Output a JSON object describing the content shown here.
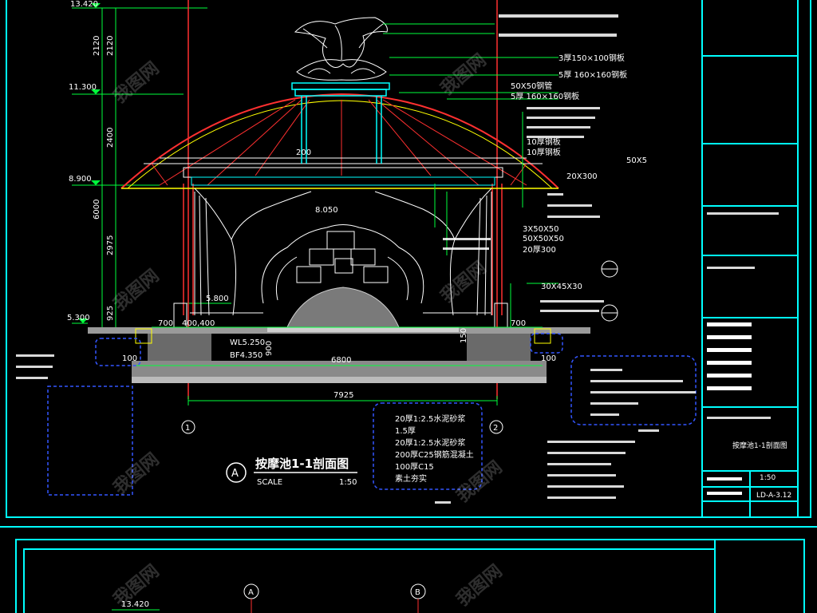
{
  "drawing": {
    "title": "按摩池1-1剖面图",
    "scale_label": "SCALE",
    "scale_value": "1:50",
    "section_marker": "A",
    "grid_axes": [
      "1",
      "2"
    ],
    "lower_axes": [
      "A",
      "B"
    ]
  },
  "elevations": {
    "top": "13.420",
    "eave_top": "11.300",
    "eave": "8.900",
    "floor": "5.300",
    "inner_level": "5.800",
    "inner_floor": "8.050",
    "lower_sheet_top": "13.420"
  },
  "dimensions": {
    "d1": "2120",
    "d2": "2400",
    "d3": "6000",
    "d4": "2975",
    "d5": "925",
    "width_total": "7925",
    "pool_width": "6800",
    "left_700": "700",
    "left_400_400": "400,400",
    "right_700": "700",
    "wl": "WL5.250",
    "bf": "BF4.350",
    "d900": "900",
    "d100": "100",
    "d200": "200",
    "d150": "150"
  },
  "annotations_right": [
    "3厚150×100钢板",
    "5厚 160×160钢板",
    "50X50钢管",
    "5厚 160×160钢板",
    "10厚钢板",
    "10厚钢板",
    "50X5",
    "20X300",
    "3X50X50",
    "50X50X50",
    "20厚300",
    "30X45X30"
  ],
  "annotations_bottom_left": [
    "20厚1:2.5水泥砂浆",
    "1.5厚",
    "20厚1:2.5水泥砂浆",
    "200厚C25钢筋混凝土",
    "100厚C15",
    "素土夯实"
  ],
  "title_block": {
    "scale": "1:50",
    "drawing_no": "LD-A-3.12",
    "sheet_title": "按摩池1-1剖面图"
  },
  "watermark": "我图网",
  "colors": {
    "frame": "#00ffff",
    "structure": "#ff3030",
    "dims": "#00ff3c",
    "text": "#ffffff",
    "yellow": "#ffff00",
    "blue": "#3355ff",
    "magenta": "#ff40ff"
  }
}
